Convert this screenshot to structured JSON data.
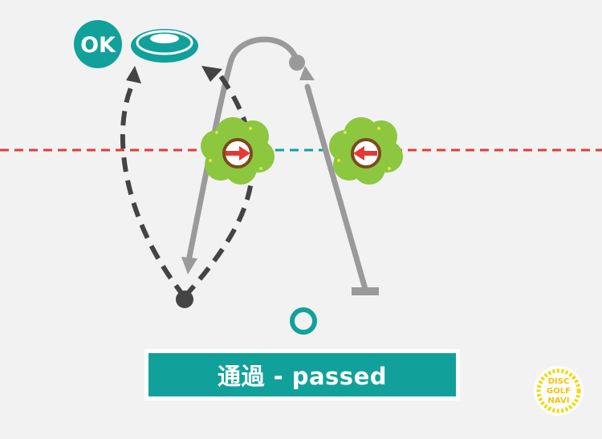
{
  "badge": {
    "text": "OK"
  },
  "caption": {
    "text": "通過 - passed"
  },
  "logo": {
    "line1": "DISC",
    "line2": "GOLF",
    "line3": "NAVI"
  },
  "colors": {
    "teal": "#12a19a",
    "red_line": "#e03c3c",
    "gray_path": "#9a9a9a",
    "dark_path": "#444444",
    "tree_green": "#8dc63f",
    "logo_yellow": "#f5d800"
  },
  "icons": [
    "disc-icon",
    "tee-pad-icon",
    "target-circle-icon",
    "tree-icon",
    "arrow-icon"
  ]
}
